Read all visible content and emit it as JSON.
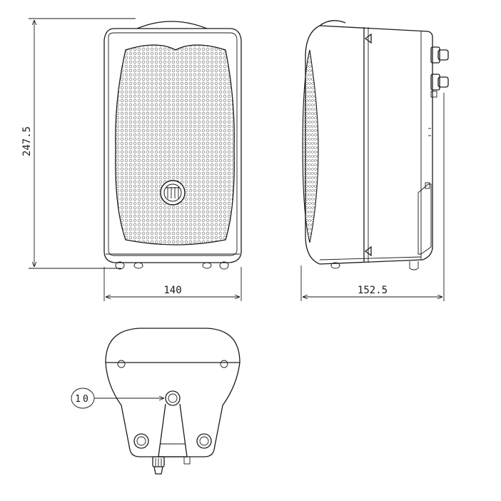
{
  "dimensions": {
    "height": "247.5",
    "width": "140",
    "depth": "152.5"
  },
  "callout": {
    "label": "10"
  },
  "colors": {
    "line": "#1a1a1a",
    "background": "#ffffff"
  }
}
